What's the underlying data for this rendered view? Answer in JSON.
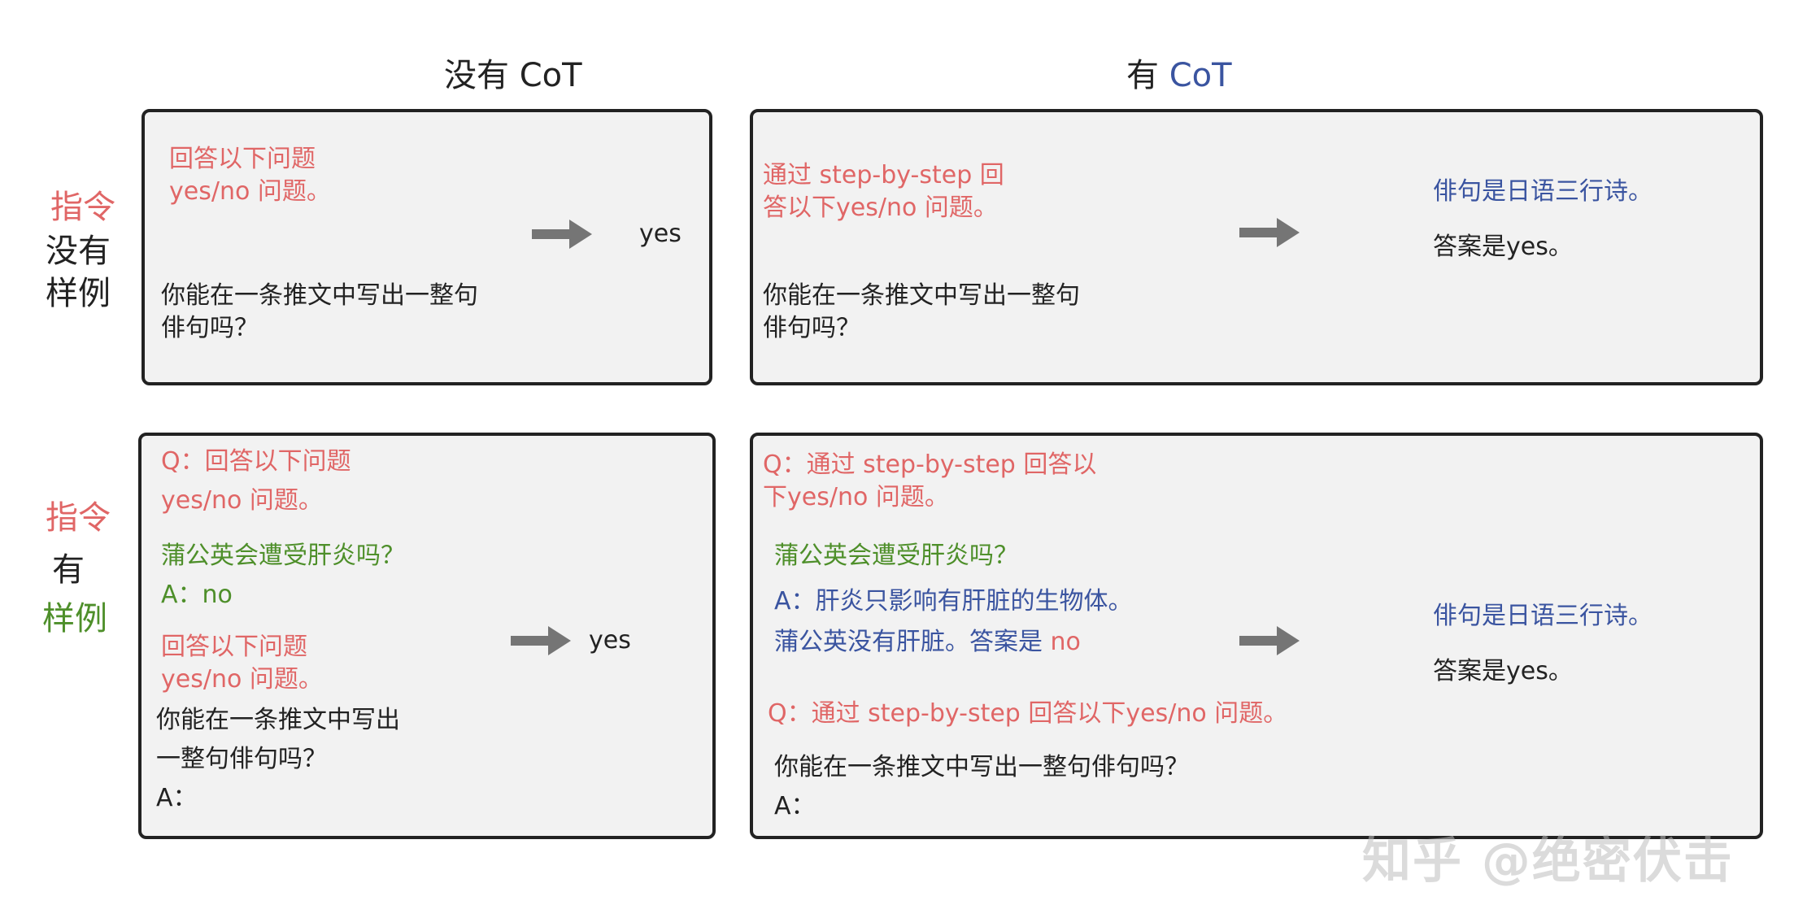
{
  "header": {
    "col_no_cot": "没有 CoT",
    "col_cot_prefix": "有 ",
    "col_cot_keyword": "CoT"
  },
  "rows": {
    "zero_shot": {
      "line1": "指令",
      "line2": "没有",
      "line3": "样例"
    },
    "few_shot": {
      "line1": "指令",
      "line2": "有",
      "line3": "样例"
    }
  },
  "panels": {
    "zero_shot_no_cot": {
      "instruction": [
        "回答以下问题",
        "yes/no 问题。"
      ],
      "question": [
        "你能在一条推文中写出一整句",
        "俳句吗？"
      ],
      "output": "yes"
    },
    "zero_shot_cot": {
      "instruction": [
        "通过 step-by-step 回",
        "答以下yes/no 问题。"
      ],
      "question": [
        "你能在一条推文中写出一整句",
        "俳句吗？"
      ],
      "output": [
        "俳句是日语三行诗。",
        "答案是yes。"
      ]
    },
    "few_shot_no_cot": {
      "instruction": [
        "Q：回答以下问题",
        "yes/no 问题。"
      ],
      "example_q": "蒲公英会遭受肝炎吗？",
      "example_a": "A：no",
      "instruction2": [
        "回答以下问题",
        "yes/no 问题。"
      ],
      "question": [
        "你能在一条推文中写出",
        "一整句俳句吗？"
      ],
      "answer_prompt": "A：",
      "output": "yes"
    },
    "few_shot_cot": {
      "instruction": [
        "Q：通过 step-by-step 回答以",
        "下yes/no 问题。"
      ],
      "example_q": "蒲公英会遭受肝炎吗？",
      "example_reasoning1": "A：肝炎只影响有肝脏的生物体。",
      "example_reasoning2": "蒲公英没有肝脏。答案是 ",
      "example_answer": "no",
      "instruction2": "Q：通过 step-by-step 回答以下yes/no 问题。",
      "question": "你能在一条推文中写出一整句俳句吗？",
      "answer_prompt": "A：",
      "output": [
        "俳句是日语三行诗。",
        "答案是yes。"
      ]
    }
  },
  "watermark": "知乎 @绝密伏击",
  "colors": {
    "instruction": "#e06666",
    "example": "#4e8f2a",
    "reasoning": "#3a54a0",
    "border": "#222222",
    "panel_bg": "#f2f2f2",
    "arrow": "#757575"
  }
}
